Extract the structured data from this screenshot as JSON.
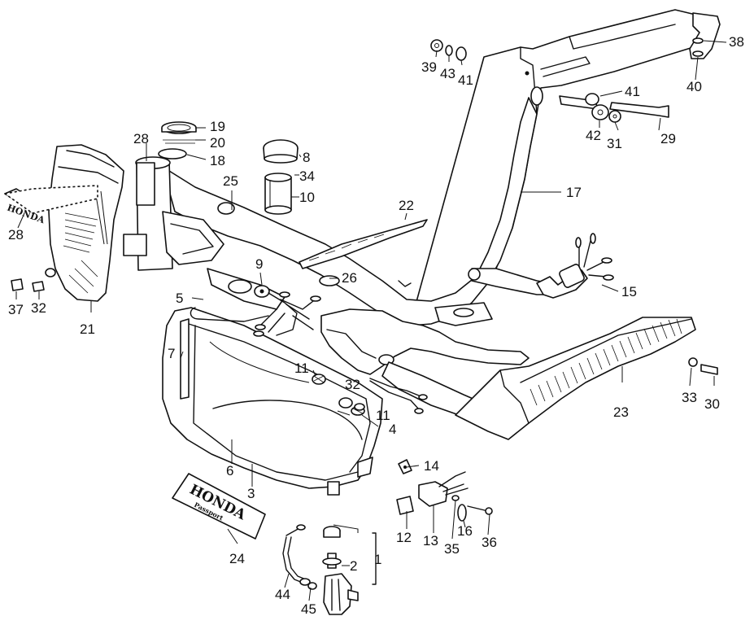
{
  "diagram": {
    "labels": {
      "p1": "1",
      "p2": "2",
      "p3": "3",
      "p4": "4",
      "p5": "5",
      "p6": "6",
      "p7": "7",
      "p8": "8",
      "p9": "9",
      "p10": "10",
      "p11a": "11",
      "p11b": "11",
      "p12": "12",
      "p13": "13",
      "p14": "14",
      "p15": "15",
      "p16": "16",
      "p17": "17",
      "p18": "18",
      "p19": "19",
      "p20": "20",
      "p21": "21",
      "p22": "22",
      "p23": "23",
      "p24": "24",
      "p25": "25",
      "p26": "26",
      "p28a": "28",
      "p28b": "28",
      "p29": "29",
      "p30": "30",
      "p31": "31",
      "p32a": "32",
      "p32b": "32",
      "p33": "33",
      "p34": "34",
      "p35": "35",
      "p36": "36",
      "p37": "37",
      "p38": "38",
      "p39": "39",
      "p40": "40",
      "p41a": "41",
      "p41b": "41",
      "p42": "42",
      "p43": "43",
      "p44": "44",
      "p45": "45"
    },
    "decals": {
      "cover_emblem": "HONDA",
      "tank_emblem": "HONDA",
      "tank_emblem_sub": "Passport"
    }
  }
}
